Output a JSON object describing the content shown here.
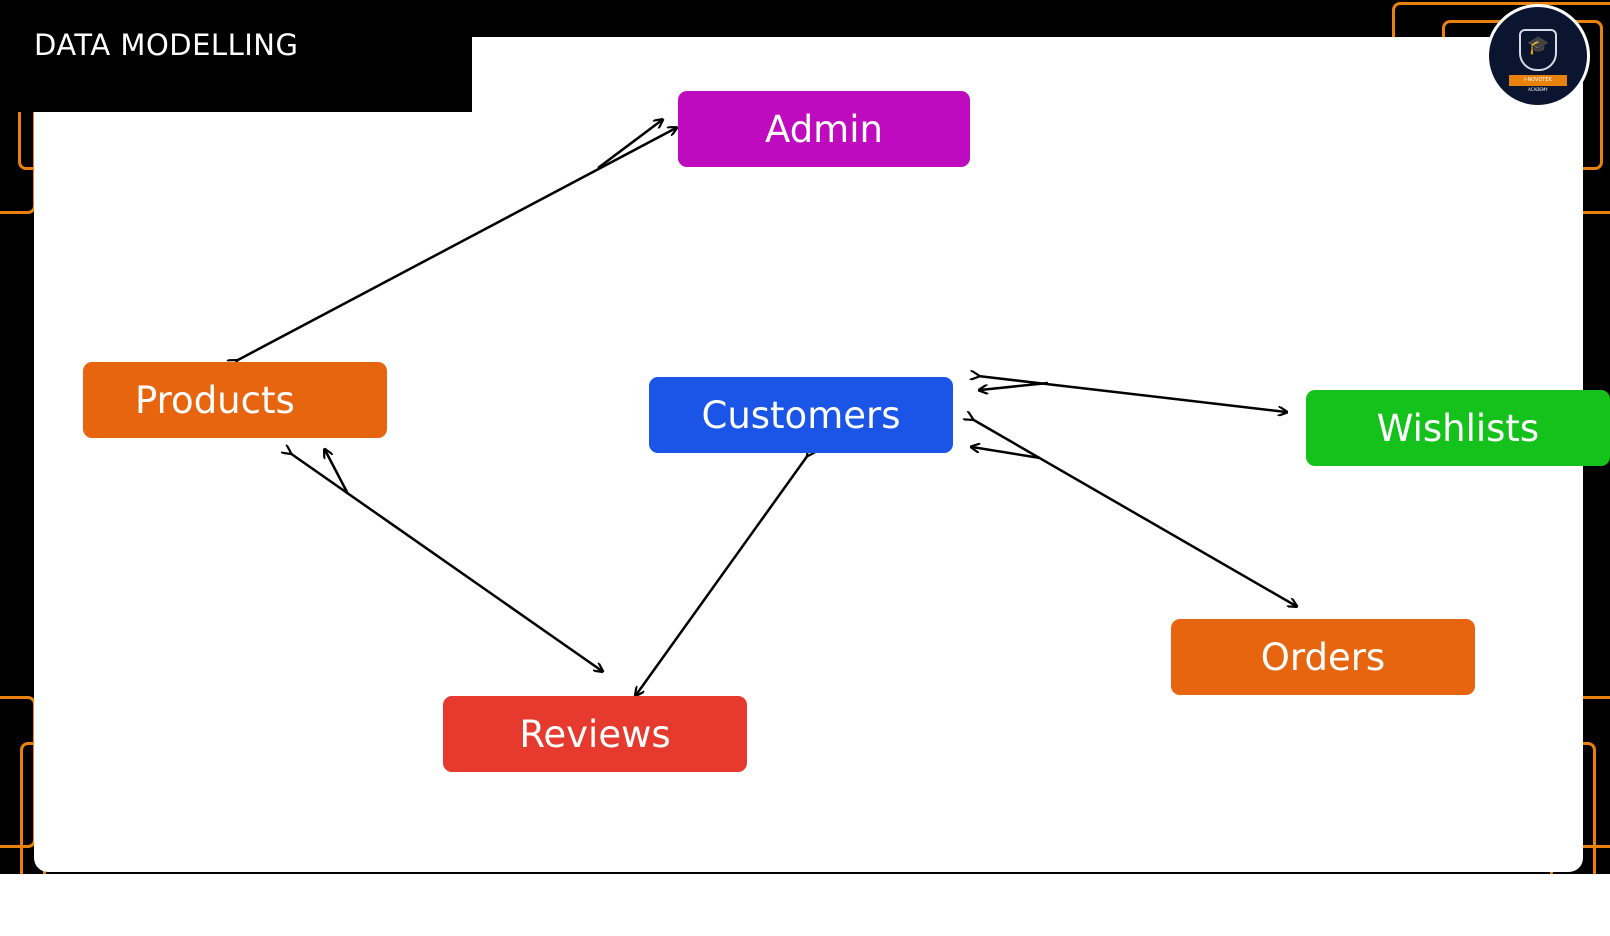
{
  "title": "DATA MODELLING",
  "logo": {
    "name": "graduation-cap-logo",
    "banner_text": "I-NOVOTEK",
    "sub_text": "ACADEMY"
  },
  "nodes": {
    "admin": {
      "label": "Admin",
      "color": "#bf0bbf"
    },
    "products": {
      "label": "Products",
      "color": "#e8650f"
    },
    "customers": {
      "label": "Customers",
      "color": "#1a55e8"
    },
    "wishlists": {
      "label": "Wishlists",
      "color": "#15c21c"
    },
    "orders": {
      "label": "Orders",
      "color": "#e8650f"
    },
    "reviews": {
      "label": "Reviews",
      "color": "#e63a2e"
    }
  },
  "edges": [
    {
      "from": "products",
      "to": "admin",
      "type": "bidirectional"
    },
    {
      "from": "products",
      "to": "reviews",
      "type": "bidirectional"
    },
    {
      "from": "customers",
      "to": "reviews",
      "type": "bidirectional"
    },
    {
      "from": "customers",
      "to": "wishlists",
      "type": "bidirectional"
    },
    {
      "from": "customers",
      "to": "orders",
      "type": "bidirectional"
    }
  ],
  "colors": {
    "frame": "#000000",
    "accent": "#e8820c",
    "canvas": "#ffffff",
    "arrow": "#000000"
  }
}
